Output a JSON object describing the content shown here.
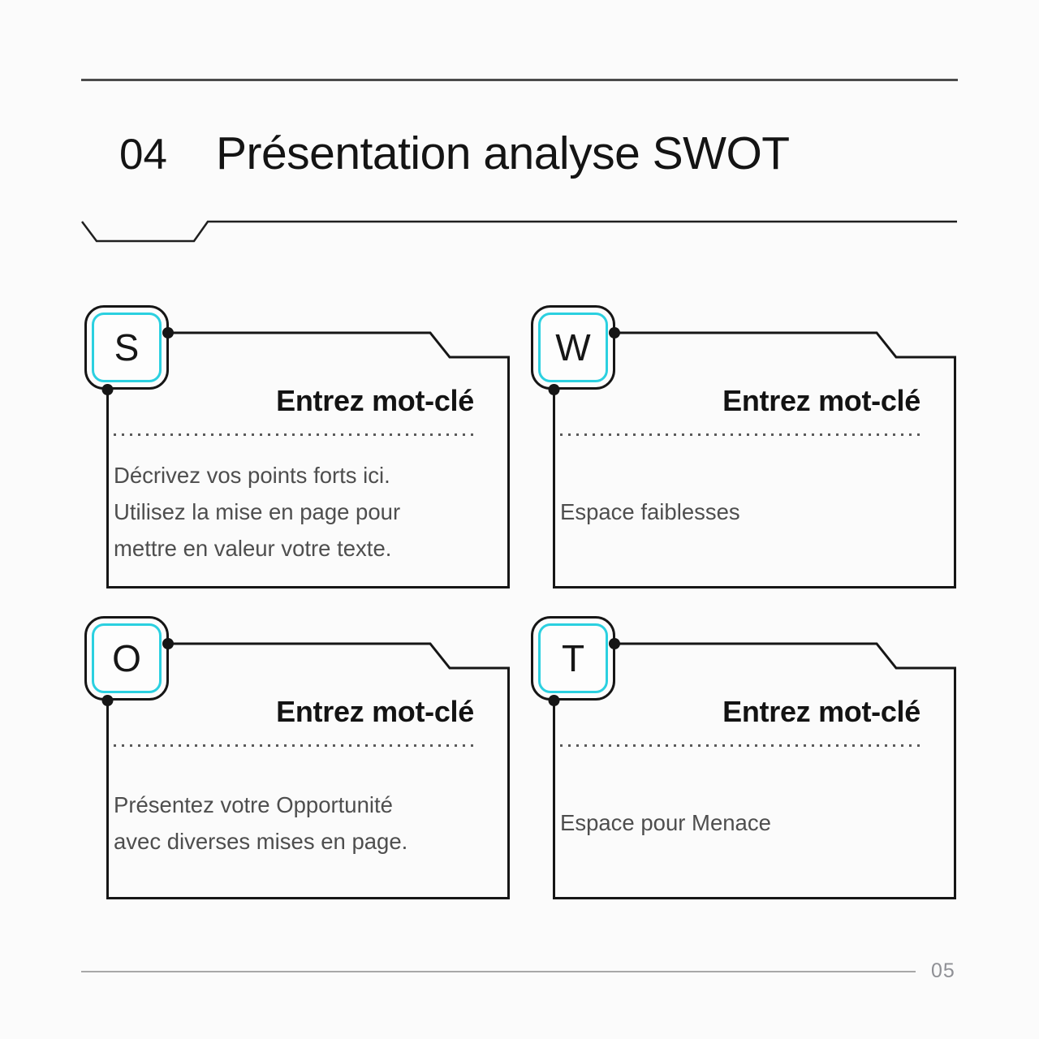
{
  "header": {
    "number": "04",
    "title": "Présentation analyse SWOT"
  },
  "cards": [
    {
      "id": "strengths",
      "letter": "S",
      "keyword_label": "Entrez mot-clé",
      "body": "Décrivez vos points forts ici.\nUtilisez la mise en page pour\nmettre en valeur votre texte."
    },
    {
      "id": "weaknesses",
      "letter": "W",
      "keyword_label": "Entrez mot-clé",
      "body": "Espace faiblesses"
    },
    {
      "id": "opportunities",
      "letter": "O",
      "keyword_label": "Entrez mot-clé",
      "body": "Présentez votre Opportunité\navec diverses mises en page."
    },
    {
      "id": "threats",
      "letter": "T",
      "keyword_label": "Entrez mot-clé",
      "body": "Espace pour Menace"
    }
  ],
  "footer": {
    "page_number": "05"
  },
  "colors": {
    "accent_cyan": "#2bd0e0",
    "outline_black": "#161616",
    "body_text_gray": "#4e4e4e",
    "footer_gray": "#8f9095"
  }
}
